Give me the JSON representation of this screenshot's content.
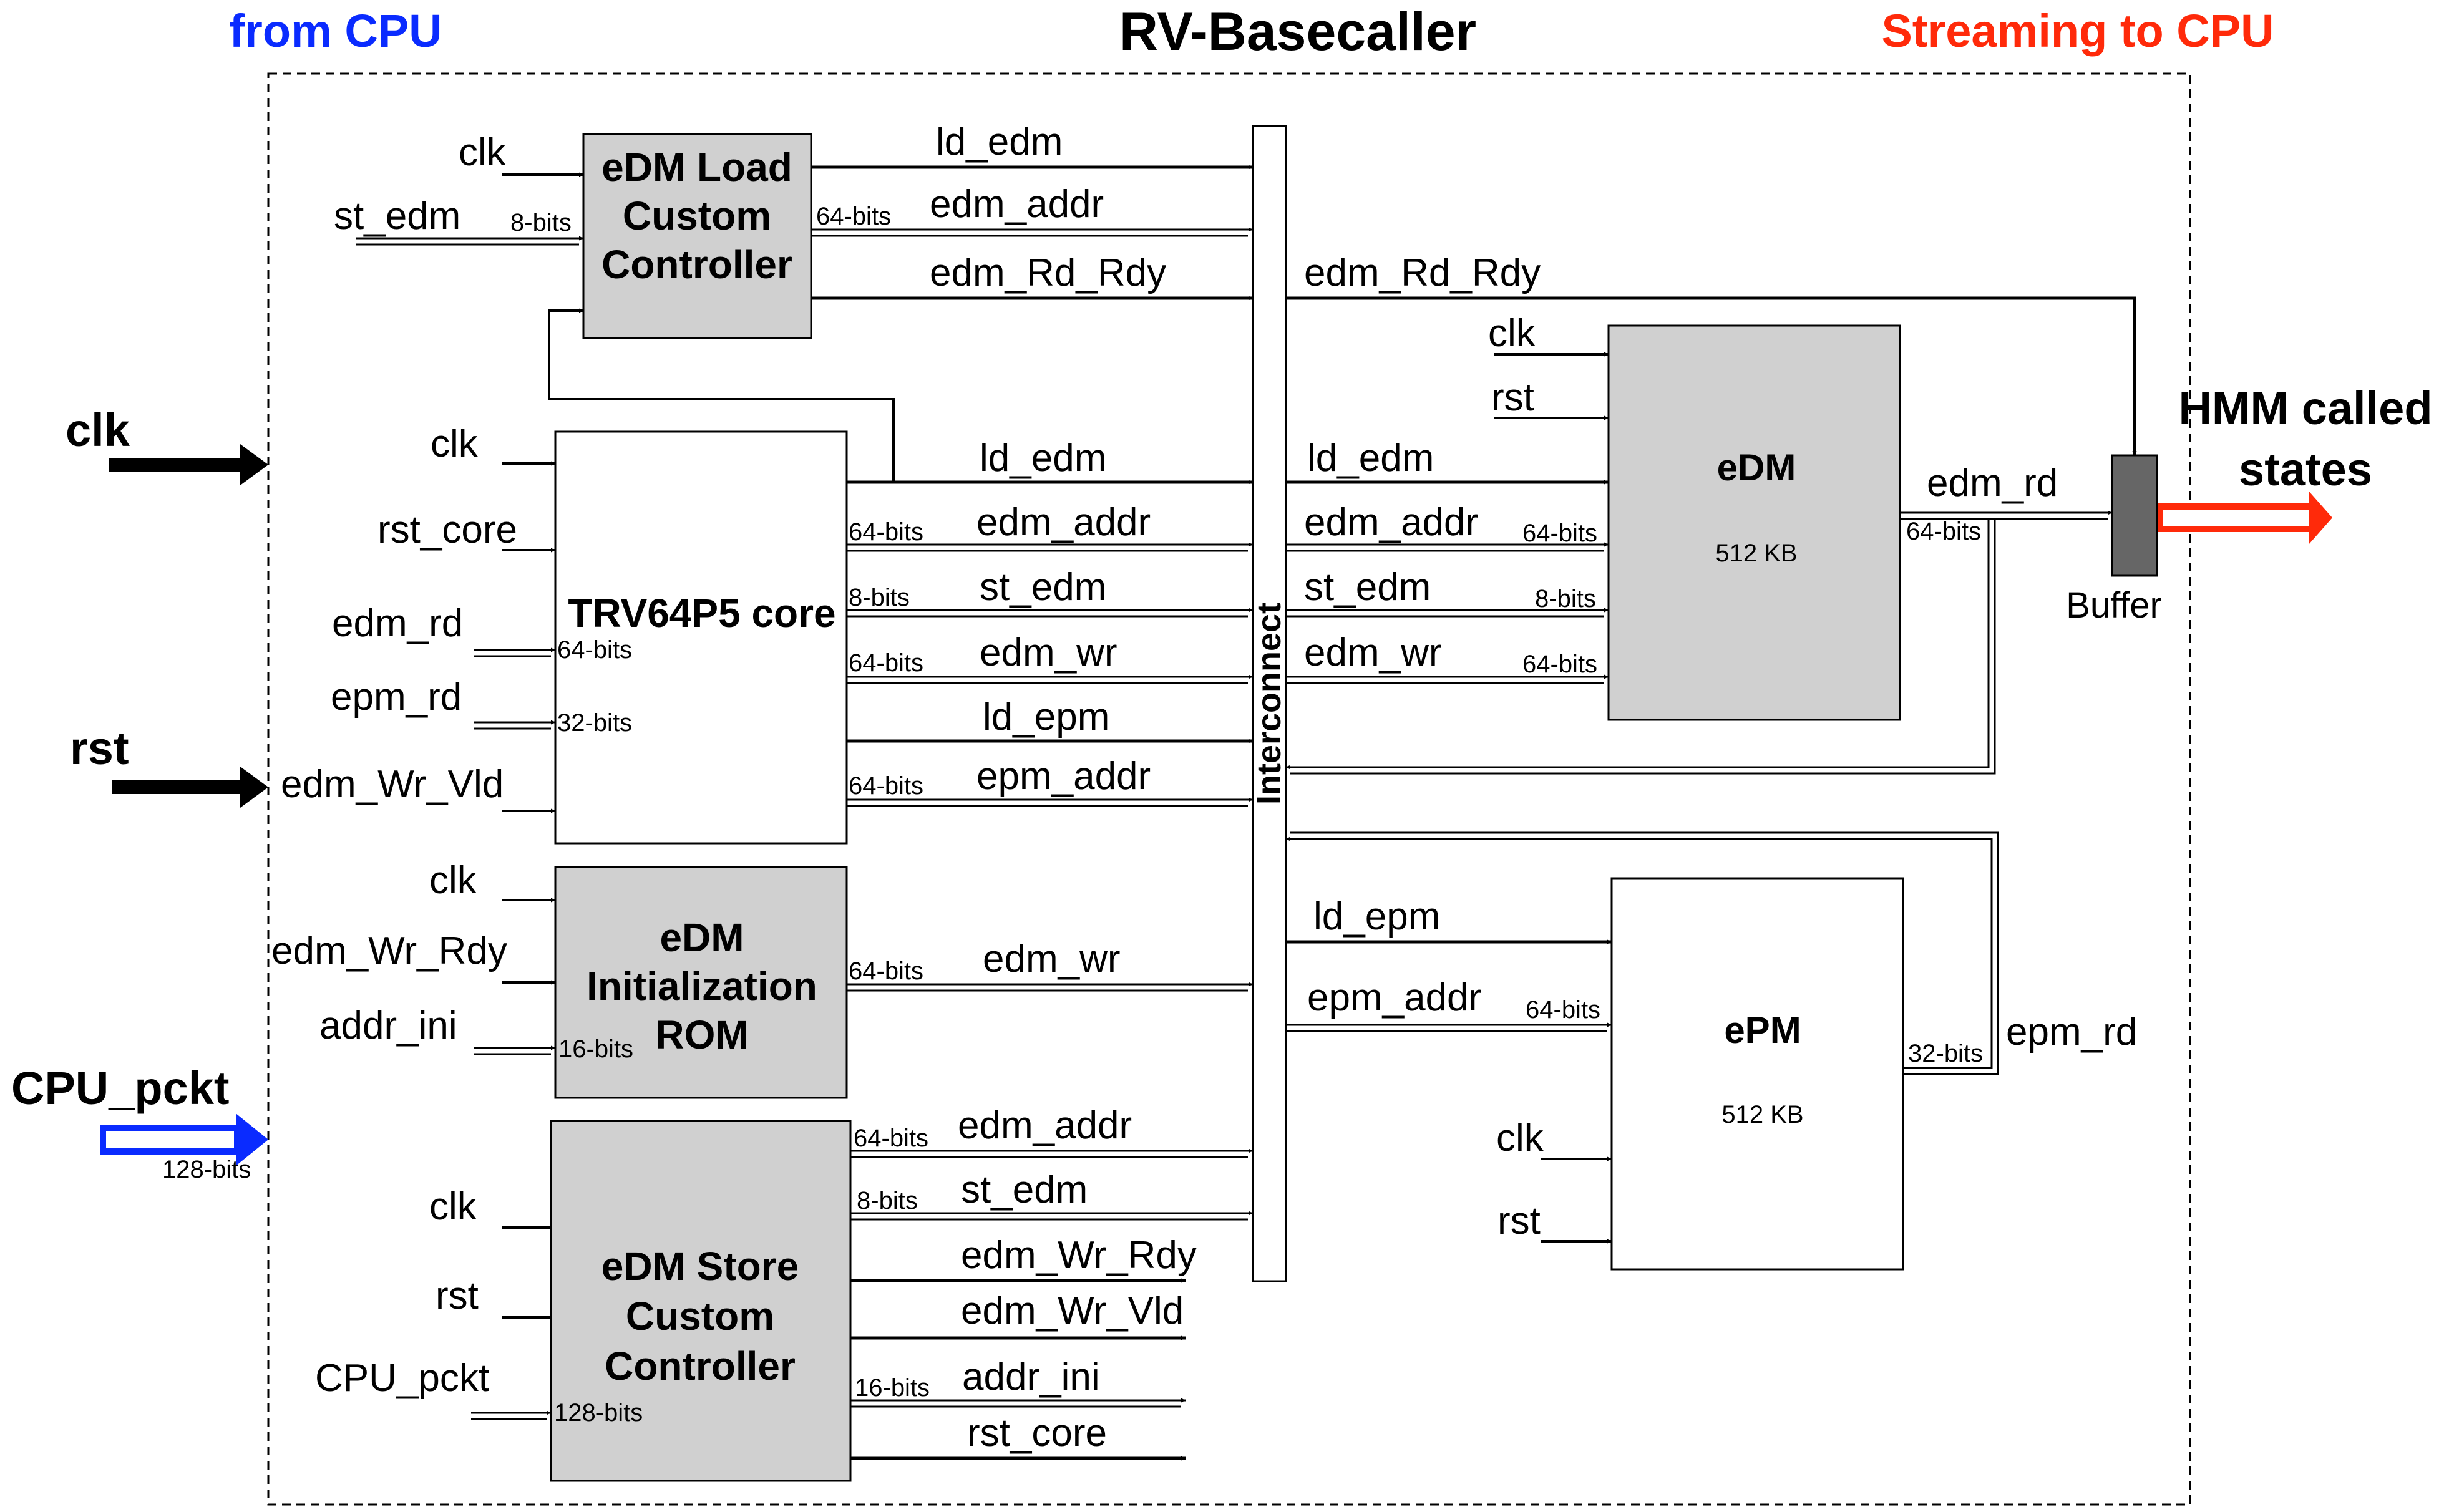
{
  "header": {
    "title": "RV-Basecaller",
    "from_cpu": "from CPU",
    "streaming": "Streaming to CPU"
  },
  "colors": {
    "blue": "#0a2bff",
    "red": "#ff2a0a",
    "block_gray": "#d0d0d0",
    "buffer_gray": "#666666",
    "line": "#000000"
  },
  "external": {
    "clk": "clk",
    "rst": "rst",
    "cpu_pckt": "CPU_pckt",
    "cpu_pckt_bits": "128-bits",
    "hmm_line1": "HMM called",
    "hmm_line2": "states",
    "buffer": "Buffer"
  },
  "blocks": {
    "edm_load": {
      "line1": "eDM Load",
      "line2": "Custom",
      "line3": "Controller"
    },
    "core": {
      "name": "TRV64P5 core"
    },
    "init_rom": {
      "line1": "eDM",
      "line2": "Initialization",
      "line3": "ROM"
    },
    "edm_store": {
      "line1": "eDM Store",
      "line2": "Custom",
      "line3": "Controller"
    },
    "interconnect": {
      "name": "Interconnect"
    },
    "edm": {
      "name": "eDM",
      "size": "512 KB"
    },
    "epm": {
      "name": "ePM",
      "size": "512 KB"
    }
  },
  "signals": {
    "clk": "clk",
    "rst": "rst",
    "st_edm": "st_edm",
    "ld_edm": "ld_edm",
    "edm_addr": "edm_addr",
    "edm_Rd_Rdy": "edm_Rd_Rdy",
    "rst_core": "rst_core",
    "edm_rd": "edm_rd",
    "epm_rd": "epm_rd",
    "edm_Wr_Vld": "edm_Wr_Vld",
    "edm_wr": "edm_wr",
    "ld_epm": "ld_epm",
    "epm_addr": "epm_addr",
    "edm_Wr_Rdy": "edm_Wr_Rdy",
    "addr_ini": "addr_ini",
    "CPU_pckt": "CPU_pckt"
  },
  "widths": {
    "b8": "8-bits",
    "b16": "16-bits",
    "b32": "32-bits",
    "b64": "64-bits",
    "b128": "128-bits"
  }
}
